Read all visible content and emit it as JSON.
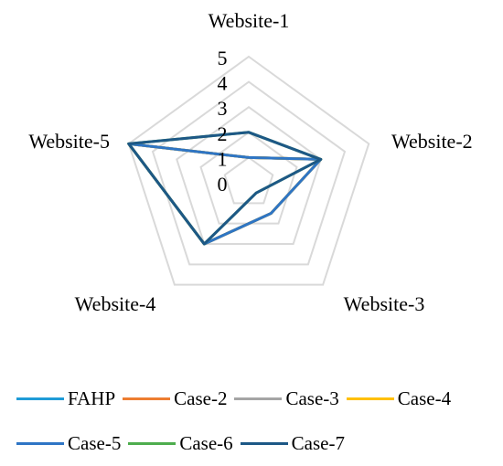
{
  "chart_data": {
    "type": "radar",
    "categories": [
      "Website-1",
      "Website-2",
      "Website-3",
      "Website-4",
      "Website-5"
    ],
    "scale": {
      "min": 0,
      "max": 5,
      "step": 1,
      "tick_labels": [
        "0",
        "1",
        "2",
        "3",
        "4",
        "5"
      ]
    },
    "grid": true,
    "legend_position": "bottom",
    "series": [
      {
        "name": "FAHP",
        "color": "#1f9bd7",
        "values": [
          1.0,
          3.0,
          1.5,
          3.0,
          5.0
        ]
      },
      {
        "name": "Case-2",
        "color": "#ed7d31",
        "values": [
          1.0,
          3.0,
          1.5,
          3.0,
          5.0
        ]
      },
      {
        "name": "Case-3",
        "color": "#a5a5a5",
        "values": [
          1.0,
          3.0,
          1.5,
          3.0,
          5.0
        ]
      },
      {
        "name": "Case-4",
        "color": "#ffc000",
        "values": [
          1.0,
          3.0,
          1.5,
          3.0,
          5.0
        ]
      },
      {
        "name": "Case-5",
        "color": "#2e75c5",
        "values": [
          1.0,
          3.0,
          1.5,
          3.0,
          5.0
        ]
      },
      {
        "name": "Case-6",
        "color": "#4ead4e",
        "values": [
          2.0,
          3.0,
          0.5,
          3.0,
          5.0
        ]
      },
      {
        "name": "Case-7",
        "color": "#1d5886",
        "values": [
          2.0,
          3.0,
          0.5,
          3.0,
          5.0
        ]
      }
    ]
  }
}
